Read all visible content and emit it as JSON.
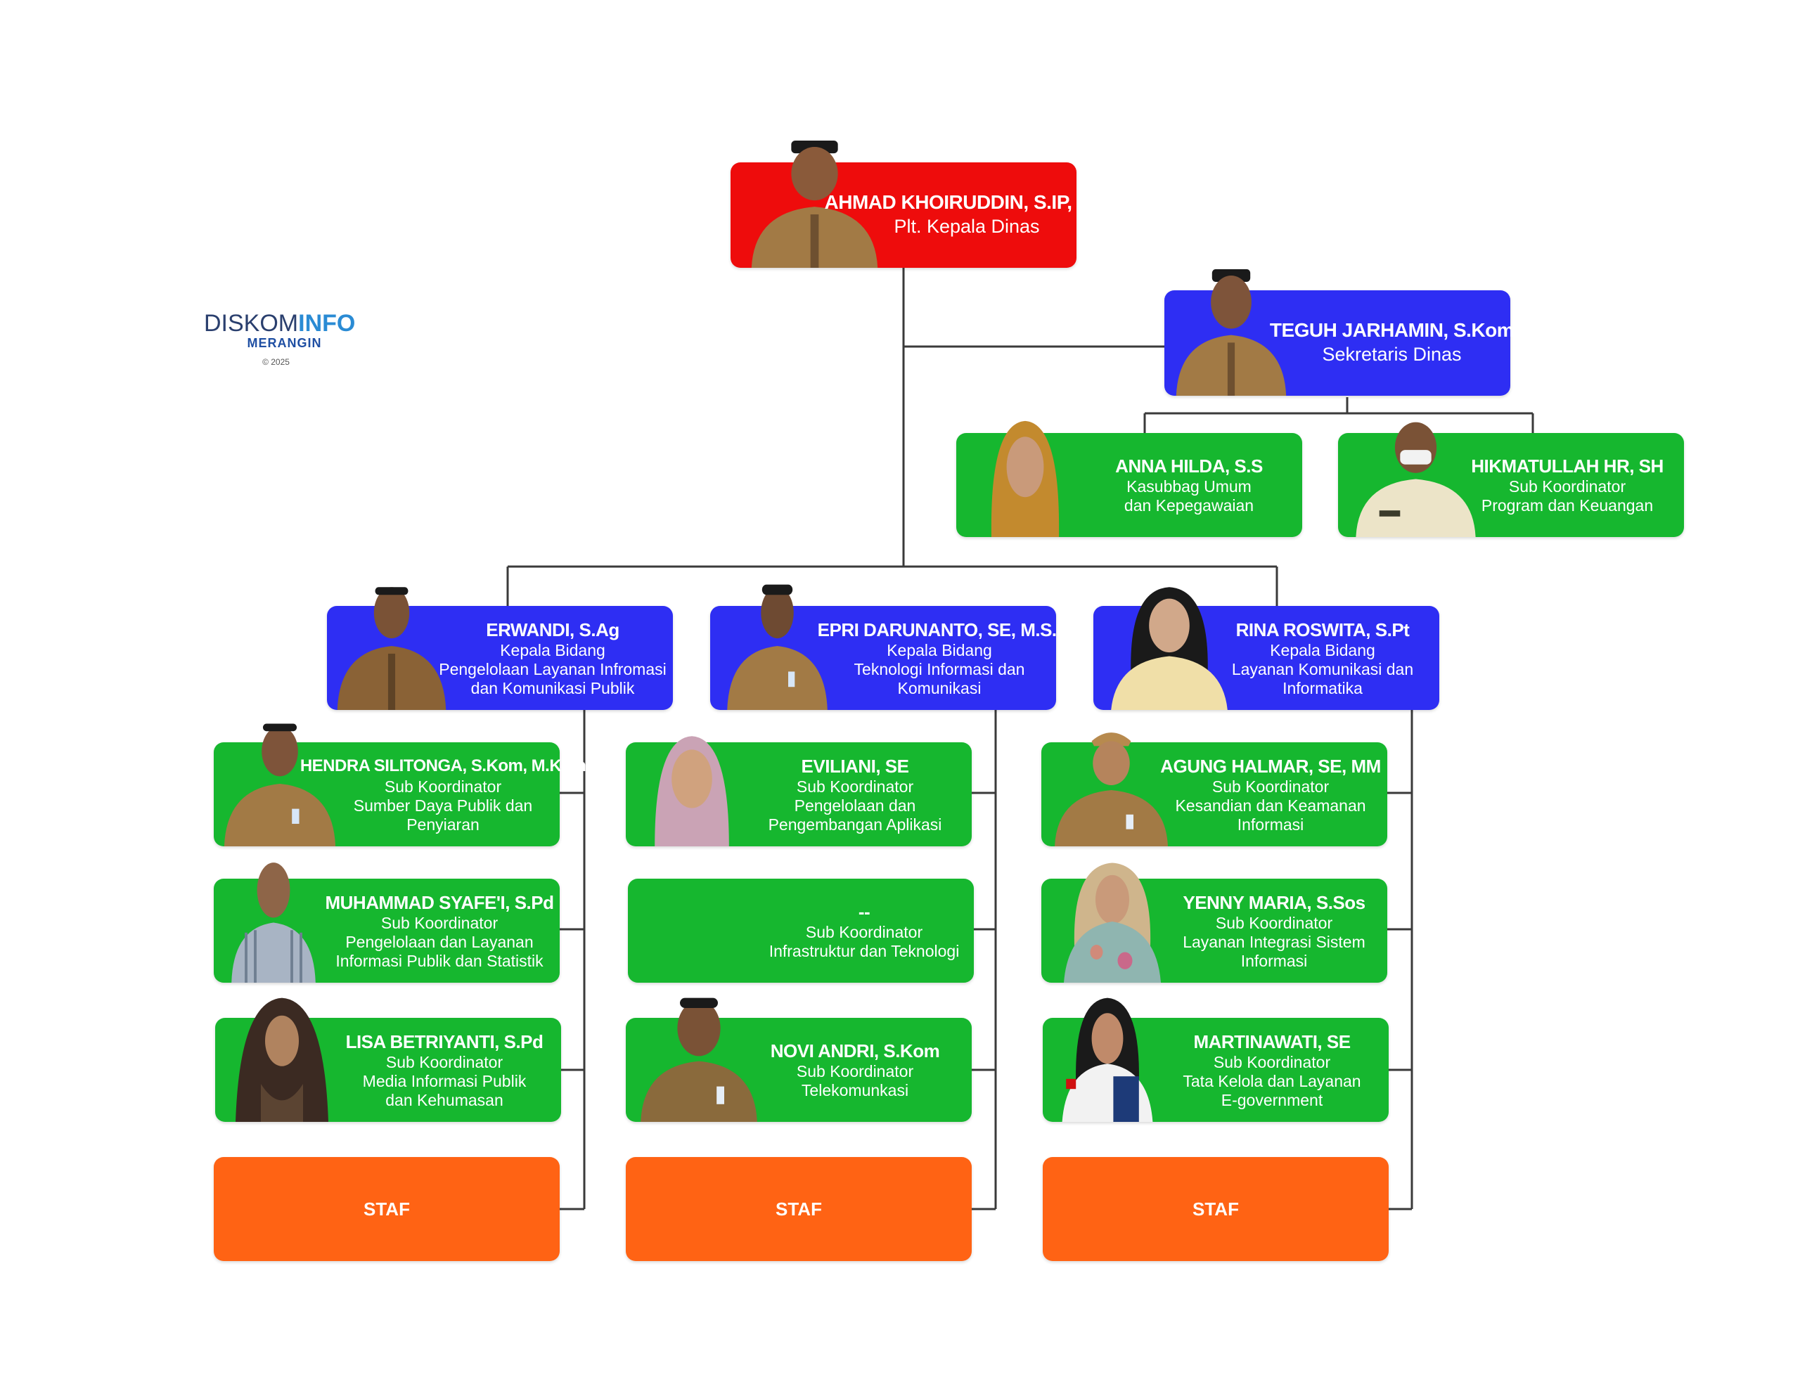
{
  "logo": {
    "brand_a": "DISKOM",
    "brand_b": "INFO",
    "sub": "MERANGIN",
    "copyright": "© 2025"
  },
  "head": {
    "name": "AHMAD KHOIRUDDIN, S.IP, MM",
    "role": "Plt. Kepala Dinas"
  },
  "secretary": {
    "name": "TEGUH JARHAMIN, S.Kom",
    "role": "Sekretaris Dinas"
  },
  "sec_units": [
    {
      "name": "ANNA HILDA, S.S",
      "role1": "Kasubbag Umum",
      "role2": "dan Kepegawaian"
    },
    {
      "name": "HIKMATULLAH HR, SH",
      "role1": "Sub Koordinator",
      "role2": "Program dan Keuangan"
    }
  ],
  "divisions": [
    {
      "name": "ERWANDI, S.Ag",
      "role1": "Kepala Bidang",
      "role2": "Pengelolaan Layanan Infromasi",
      "role3": "dan Komunikasi Publik",
      "subs": [
        {
          "name": "HENDRA SILITONGA, S.Kom, M.Kom",
          "role1": "Sub Koordinator",
          "role2": "Sumber Daya Publik dan",
          "role3": "Penyiaran"
        },
        {
          "name": "MUHAMMAD SYAFE'I, S.Pd",
          "role1": "Sub Koordinator",
          "role2": "Pengelolaan dan Layanan",
          "role3": "Informasi Publik dan Statistik"
        },
        {
          "name": "LISA BETRIYANTI, S.Pd",
          "role1": "Sub Koordinator",
          "role2": "Media Informasi Publik",
          "role3": "dan Kehumasan"
        }
      ],
      "staff": "STAF"
    },
    {
      "name": "EPRI DARUNANTO, SE, M.S.I",
      "role1": "Kepala Bidang",
      "role2": "Teknologi Informasi dan",
      "role3": "Komunikasi",
      "subs": [
        {
          "name": "EVILIANI, SE",
          "role1": "Sub Koordinator",
          "role2": "Pengelolaan dan",
          "role3": "Pengembangan Aplikasi"
        },
        {
          "name": "--",
          "role1": "Sub Koordinator",
          "role2": "Infrastruktur dan Teknologi",
          "role3": ""
        },
        {
          "name": "NOVI ANDRI, S.Kom",
          "role1": "Sub Koordinator",
          "role2": "Telekomunkasi",
          "role3": ""
        }
      ],
      "staff": "STAF"
    },
    {
      "name": "RINA ROSWITA, S.Pt",
      "role1": "Kepala Bidang",
      "role2": "Layanan Komunikasi dan",
      "role3": "Informatika",
      "subs": [
        {
          "name": "AGUNG HALMAR, SE, MM",
          "role1": "Sub Koordinator",
          "role2": "Kesandian dan Keamanan",
          "role3": "Informasi"
        },
        {
          "name": "YENNY MARIA, S.Sos",
          "role1": "Sub Koordinator",
          "role2": "Layanan Integrasi Sistem",
          "role3": "Informasi"
        },
        {
          "name": "MARTINAWATI, SE",
          "role1": "Sub Koordinator",
          "role2": "Tata Kelola dan Layanan",
          "role3": "E-government"
        }
      ],
      "staff": "STAF"
    }
  ],
  "colors": {
    "head": "#ee0c0c",
    "leader": "#2e2ef3",
    "unit": "#16b72f",
    "staff": "#ff6314",
    "uniform_khaki": "#a27a45",
    "hijab_gold": "#c38a2e",
    "hijab_pink": "#caa3b5"
  }
}
